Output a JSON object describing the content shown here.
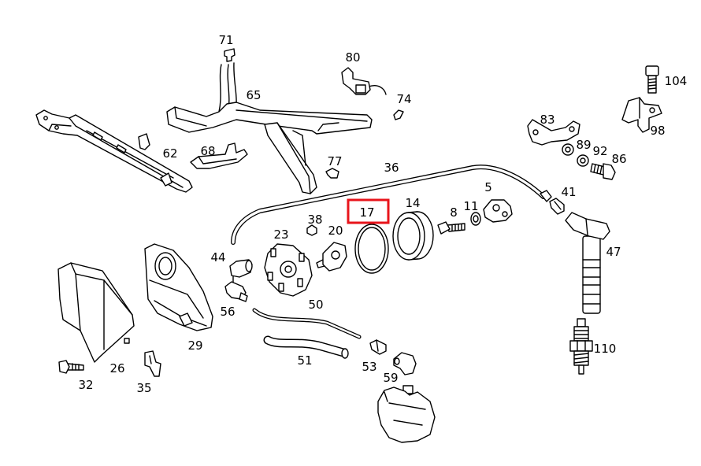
{
  "diagram": {
    "colors": {
      "background": "#ffffff",
      "line": "#000000",
      "highlight": "#e8141b"
    },
    "callouts": [
      {
        "number": "71"
      },
      {
        "number": "80"
      },
      {
        "number": "104"
      },
      {
        "number": "65"
      },
      {
        "number": "74"
      },
      {
        "number": "83"
      },
      {
        "number": "98"
      },
      {
        "number": "62"
      },
      {
        "number": "68"
      },
      {
        "number": "89"
      },
      {
        "number": "92"
      },
      {
        "number": "86"
      },
      {
        "number": "77"
      },
      {
        "number": "36"
      },
      {
        "number": "41"
      },
      {
        "number": "5"
      },
      {
        "number": "14"
      },
      {
        "number": "17",
        "highlighted": true
      },
      {
        "number": "11"
      },
      {
        "number": "8"
      },
      {
        "number": "38"
      },
      {
        "number": "23"
      },
      {
        "number": "20"
      },
      {
        "number": "44"
      },
      {
        "number": "47"
      },
      {
        "number": "50"
      },
      {
        "number": "56"
      },
      {
        "number": "29"
      },
      {
        "number": "110"
      },
      {
        "number": "26"
      },
      {
        "number": "51"
      },
      {
        "number": "53"
      },
      {
        "number": "32"
      },
      {
        "number": "35"
      },
      {
        "number": "59"
      }
    ]
  }
}
